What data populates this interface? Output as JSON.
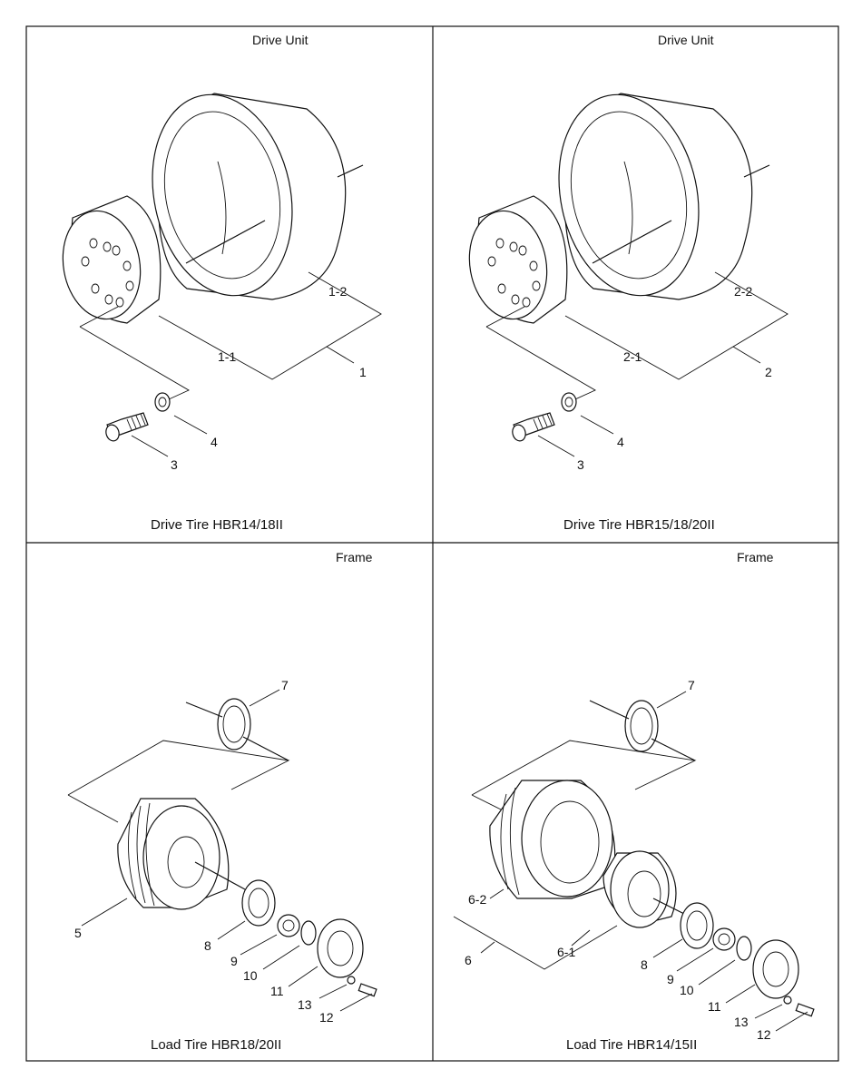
{
  "panels": [
    {
      "header": "Drive Unit",
      "caption": "Drive Tire HBR14/18II",
      "callouts": [
        "1",
        "1-1",
        "1-2",
        "3",
        "4"
      ]
    },
    {
      "header": "Drive Unit",
      "caption": "Drive Tire HBR15/18/20II",
      "callouts": [
        "2",
        "2-1",
        "2-2",
        "3",
        "4"
      ]
    },
    {
      "header": "Frame",
      "caption": "Load Tire HBR18/20II",
      "callouts": [
        "5",
        "7",
        "8",
        "9",
        "10",
        "11",
        "12",
        "13"
      ]
    },
    {
      "header": "Frame",
      "caption": "Load Tire HBR14/15II",
      "callouts": [
        "6",
        "6-1",
        "6-2",
        "7",
        "8",
        "9",
        "10",
        "11",
        "12",
        "13"
      ]
    }
  ]
}
